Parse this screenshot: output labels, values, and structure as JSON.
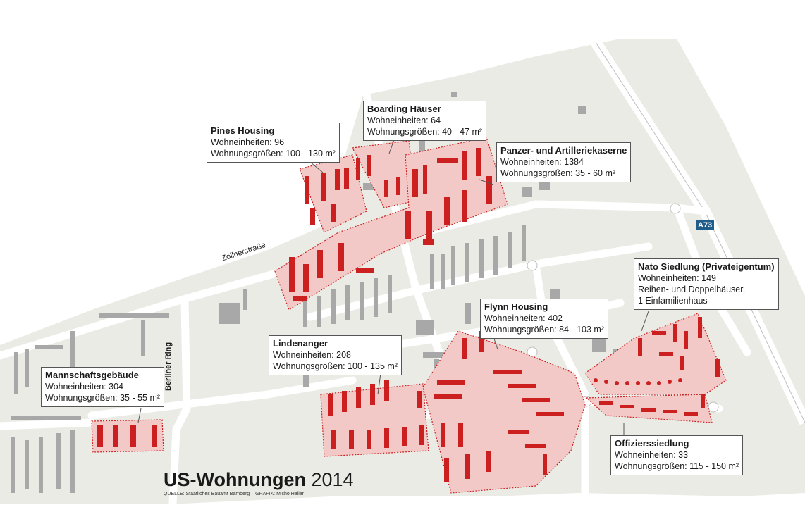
{
  "title": {
    "main": "US-Wohnungen",
    "year": "2014"
  },
  "credits": {
    "source": "QUELLE: Staatliches Bauamt Bamberg",
    "graphic": "GRAFIK: Micho Haller"
  },
  "roads": {
    "zollnerstrasse": "Zollnerstraße",
    "berliner_ring": "Berliner Ring",
    "highway": "A73"
  },
  "colors": {
    "housing": "#cc1f1f",
    "housing_area": "#f2c9c7",
    "other_building": "#a8a8a8",
    "ground": "#ebebe6",
    "road": "#ffffff"
  },
  "areas": [
    {
      "id": "pines",
      "title": "Pines Housing",
      "lines": [
        "Wohneinheiten: 96",
        "Wohnungsgrößen: 100 - 130 m²"
      ]
    },
    {
      "id": "boarding",
      "title": "Boarding Häuser",
      "lines": [
        "Wohneinheiten: 64",
        "Wohnungsgrößen: 40 - 47 m²"
      ]
    },
    {
      "id": "panzer",
      "title": "Panzer- und Artilleriekaserne",
      "lines": [
        "Wohneinheiten: 1384",
        "Wohnungsgrößen: 35 - 60 m²"
      ]
    },
    {
      "id": "nato",
      "title": "Nato Siedlung (Privateigentum)",
      "lines": [
        "Wohneinheiten: 149",
        "Reihen- und Doppelhäuser,",
        "1 Einfamilienhaus"
      ]
    },
    {
      "id": "flynn",
      "title": "Flynn Housing",
      "lines": [
        "Wohneinheiten: 402",
        "Wohnungsgrößen: 84 - 103 m²"
      ]
    },
    {
      "id": "lindenanger",
      "title": "Lindenanger",
      "lines": [
        "Wohneinheiten: 208",
        "Wohnungsgrößen: 100 - 135 m²"
      ]
    },
    {
      "id": "mannschaft",
      "title": "Mannschaftsgebäude",
      "lines": [
        "Wohneinheiten: 304",
        "Wohnungsgrößen: 35 - 55 m²"
      ]
    },
    {
      "id": "offizier",
      "title": "Offizierssiedlung",
      "lines": [
        "Wohneinheiten: 33",
        "Wohnungsgrößen: 115 - 150 m²"
      ]
    }
  ]
}
